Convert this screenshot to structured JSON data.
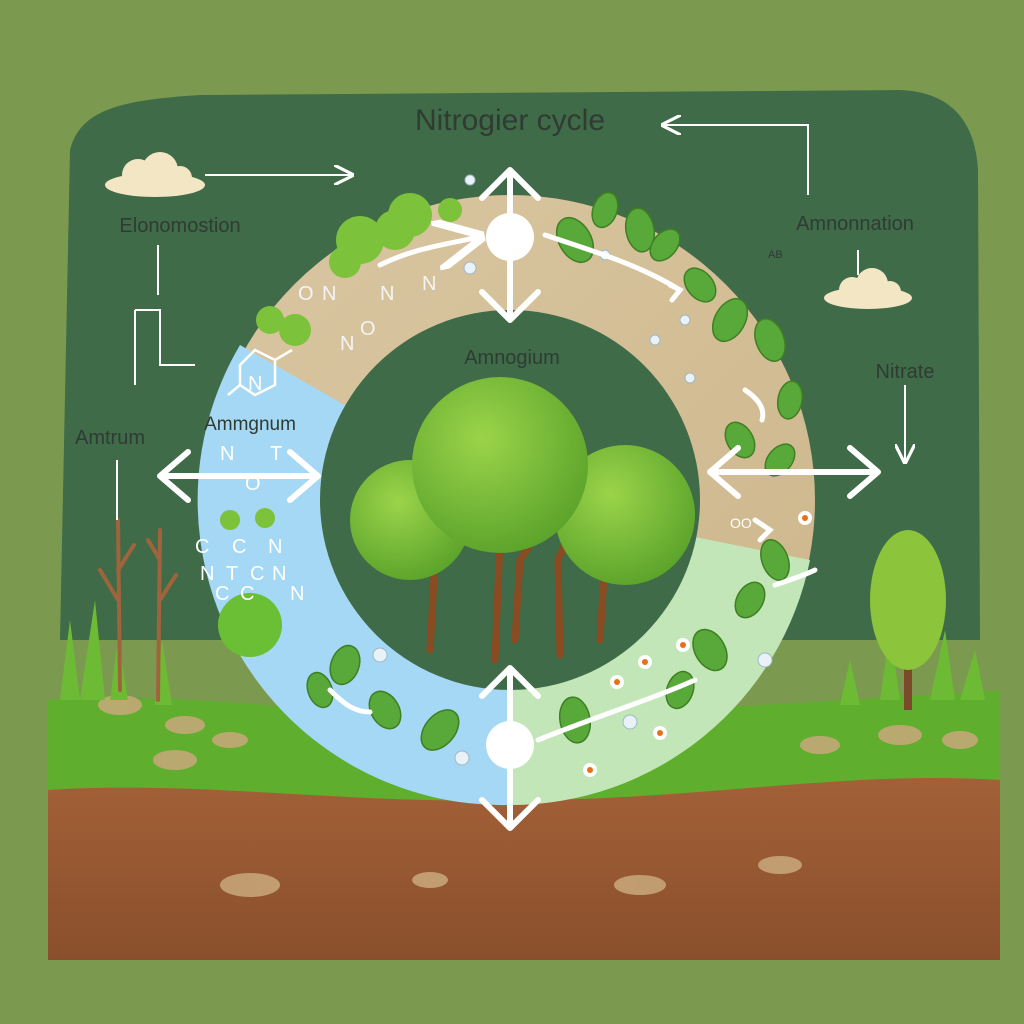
{
  "title": "Nitrogier cycle",
  "labels": {
    "elonomostion": "Elonomostion",
    "amnonnation": "Amnonnation",
    "amnonnation_sub": "AB",
    "nitrate": "Nitrate",
    "amtrum": "Amtrum",
    "amnogium": "Amnogium",
    "ammgnum": "Ammgnum"
  },
  "ring_glyphs": {
    "top_left": [
      "O",
      "N",
      "N",
      "N"
    ],
    "top_left_lower": [
      "N",
      "O",
      "N"
    ],
    "left_mid": [
      "N",
      "O",
      "T"
    ],
    "left_lower_row1": [
      "C",
      "C",
      "N"
    ],
    "left_lower_row2": [
      "N",
      "T",
      "C",
      "N"
    ],
    "left_lower_row3": [
      "C",
      "C",
      "N"
    ],
    "right_small": "OO"
  },
  "colors": {
    "background": "#7c9a4f",
    "panel": "#3f6b48",
    "ring_sand": "#d8c29a",
    "ring_water": "#9fd4f2",
    "ring_mint": "#bfe3b6",
    "leaf": "#58a83a",
    "soil": "#9a5a34",
    "grass": "#5fae2e"
  }
}
